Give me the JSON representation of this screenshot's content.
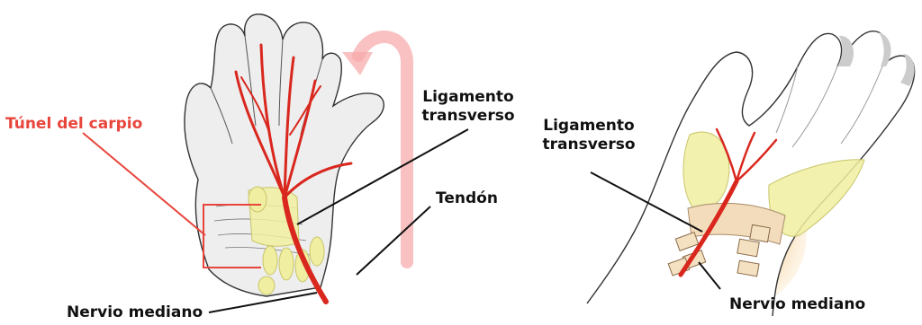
{
  "left_panel": {
    "labels": {
      "carpal_tunnel": "Túnel del carpio",
      "ligament_line1": "Ligamento",
      "ligament_line2": "transverso",
      "tendon": "Tendón",
      "median_nerve": "Nervio mediano"
    }
  },
  "right_panel": {
    "labels": {
      "ligament_line1": "Ligamento",
      "ligament_line2": "transverso",
      "median_nerve": "Nervio mediano"
    }
  },
  "colors": {
    "accent_red": "#e8453c",
    "nerve_red": "#d9271e",
    "tendon_yellow": "#f0eea0",
    "glow_orange": "#f7c98a",
    "arrow_pink": "#f7a6a6",
    "skin_gray": "#eeeeee",
    "outline": "#333333"
  }
}
